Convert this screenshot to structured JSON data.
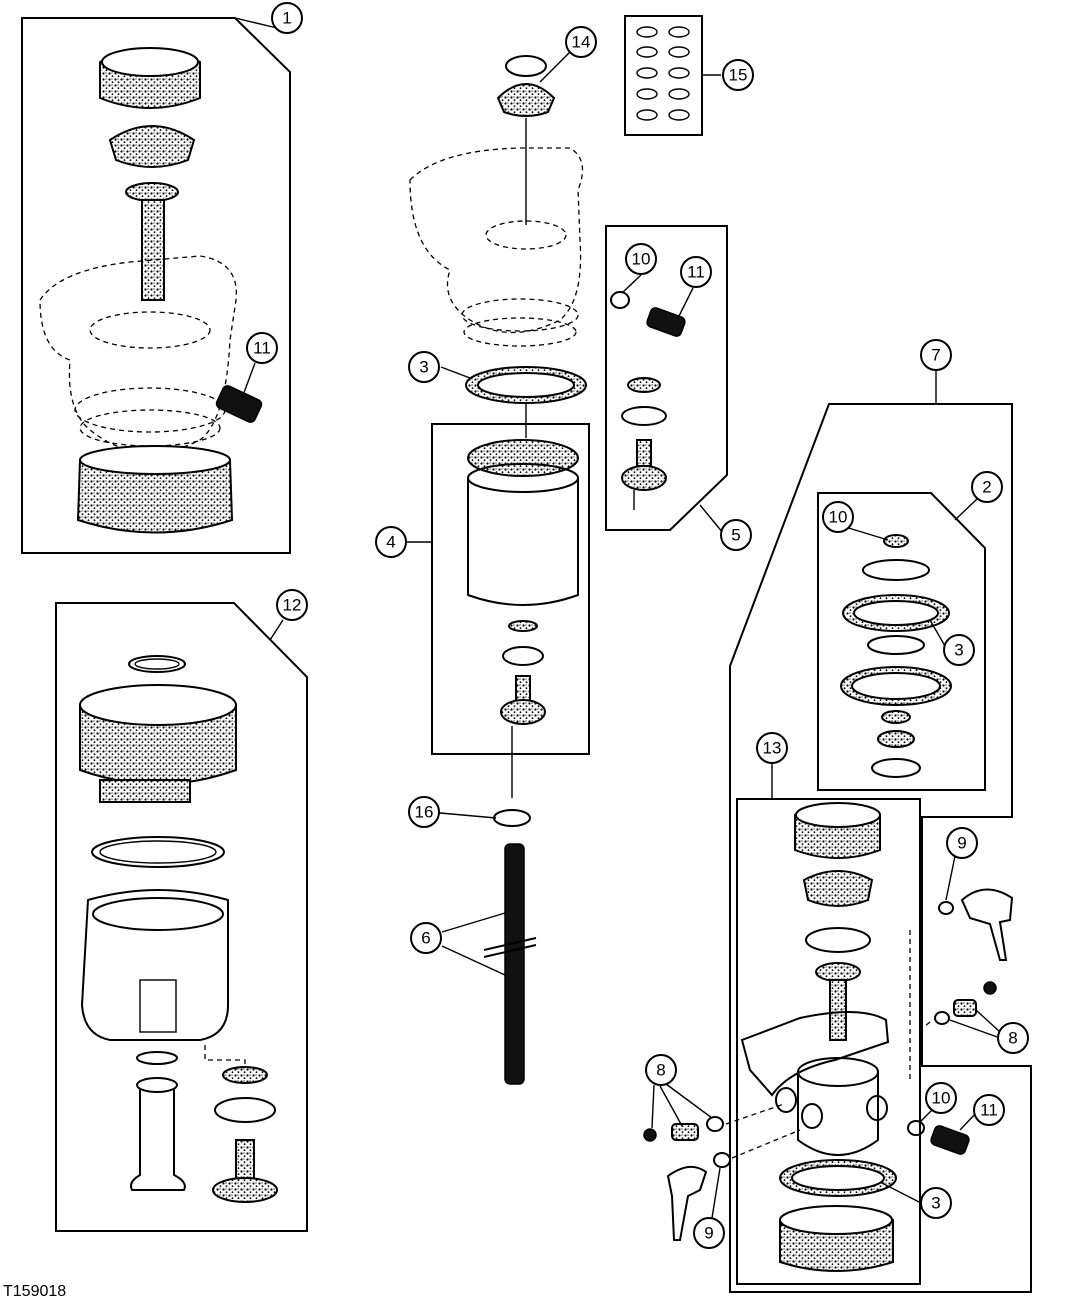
{
  "figure_id": "T159018",
  "callouts": {
    "c1": "1",
    "c2": "2",
    "c3a": "3",
    "c3b": "3",
    "c3c": "3",
    "c4": "4",
    "c5": "5",
    "c6": "6",
    "c7": "7",
    "c8a": "8",
    "c8b": "8",
    "c9a": "9",
    "c9b": "9",
    "c10a": "10",
    "c10b": "10",
    "c10c": "10",
    "c11a": "11",
    "c11b": "11",
    "c11c": "11",
    "c12": "12",
    "c13": "13",
    "c14": "14",
    "c15": "15",
    "c16": "16"
  }
}
